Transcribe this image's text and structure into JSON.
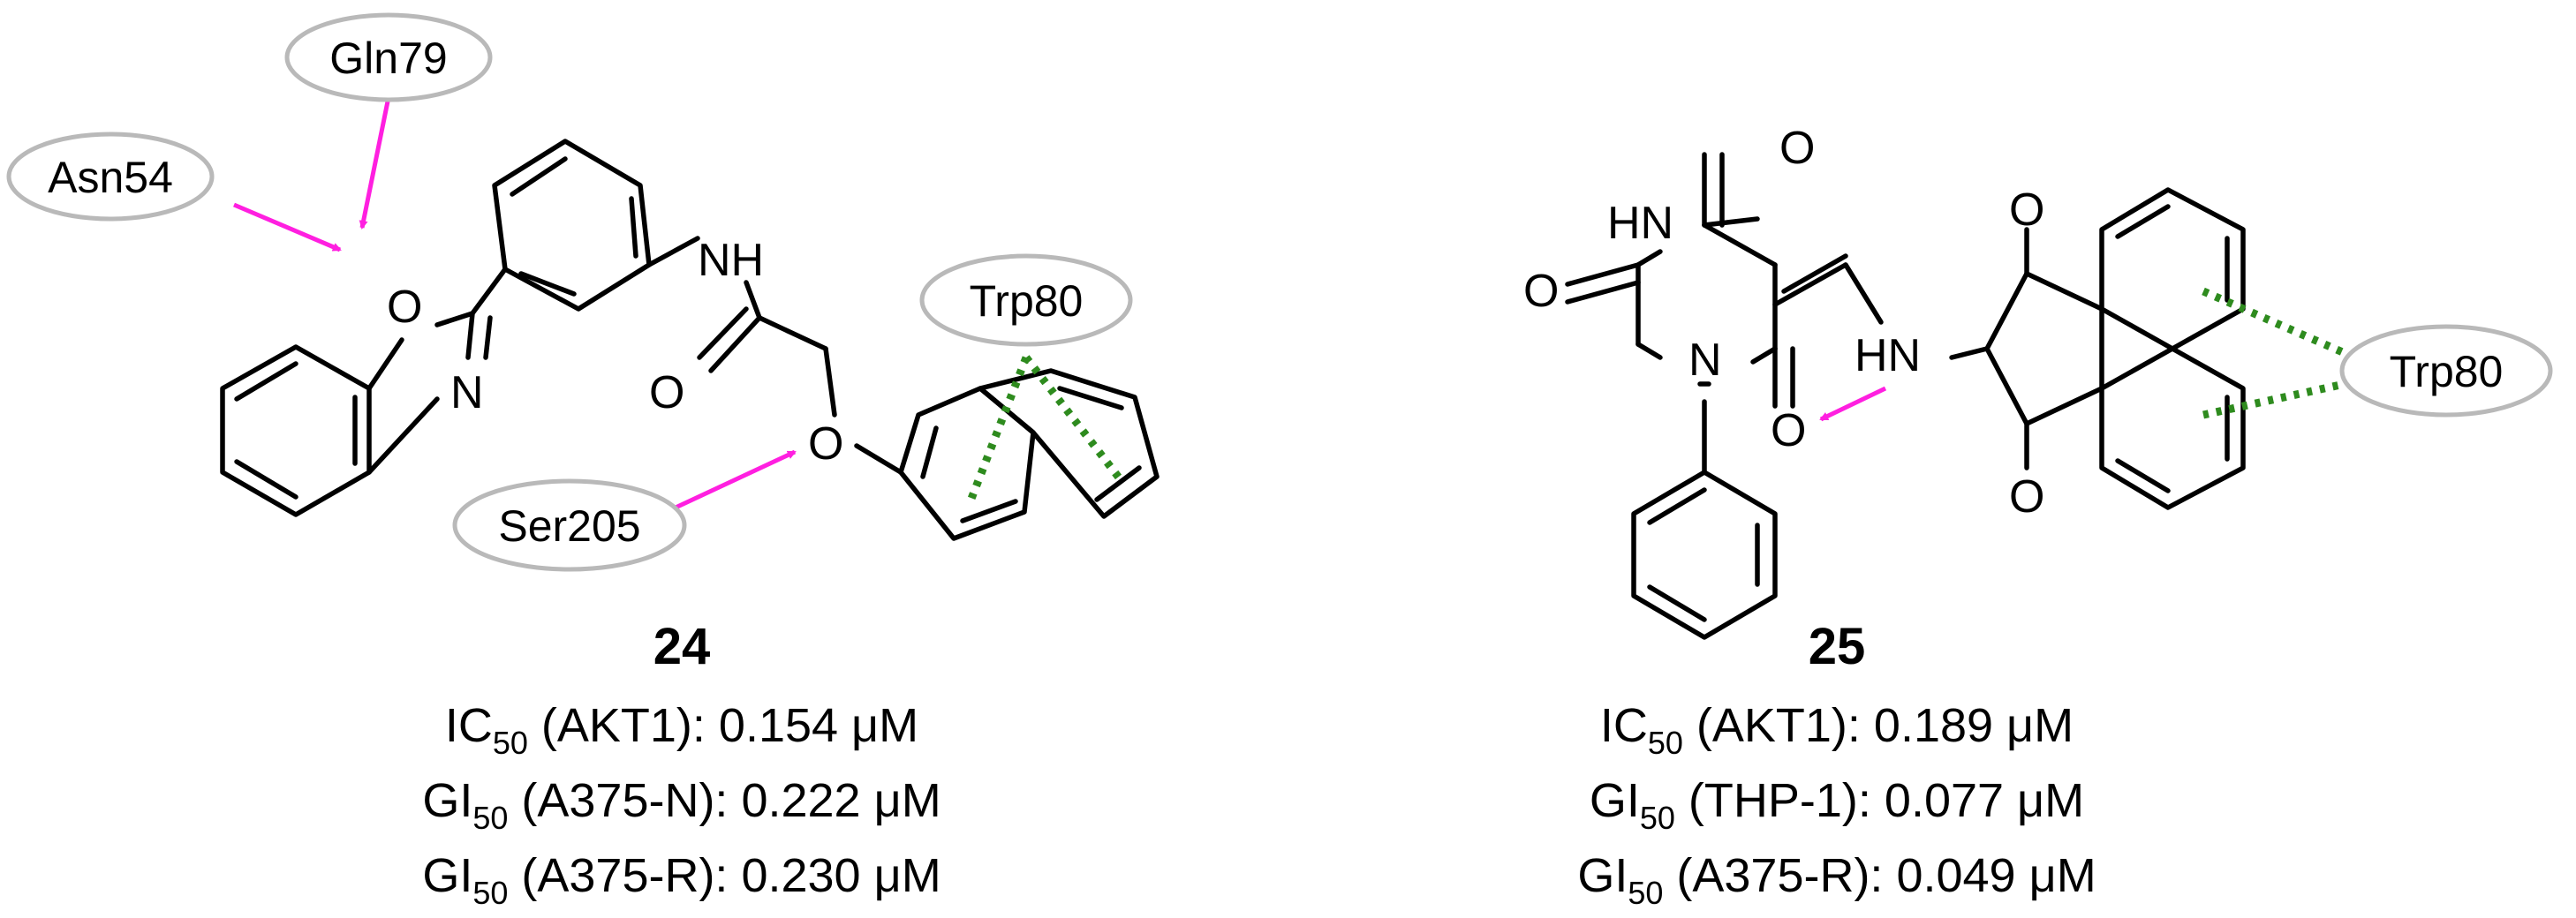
{
  "colors": {
    "interaction_arrow": "#ff1fe0",
    "stacking_dashes": "#2e8b1e",
    "residue_outline": "#b9b9b9"
  },
  "compound_24": {
    "id": "24",
    "atoms": {
      "nh": "NH",
      "o_oxazole": "O",
      "n_oxazole": "N",
      "o_carbonyl": "O",
      "o_ether": "O"
    },
    "residues": [
      "Asn54",
      "Gln79",
      "Trp80",
      "Ser205"
    ],
    "activity": [
      {
        "prefix": "IC",
        "sub": "50",
        "text": " (AKT1): 0.154 μM"
      },
      {
        "prefix": "GI",
        "sub": "50",
        "text": " (A375-N): 0.222 μM"
      },
      {
        "prefix": "GI",
        "sub": "50",
        "text": " (A375-R): 0.230 μM"
      }
    ]
  },
  "compound_25": {
    "id": "25",
    "atoms": {
      "hn_top": "HN",
      "o_top": "O",
      "o_left": "O",
      "n_ring": "N",
      "o_bottom": "O",
      "hn_link": "HN",
      "o_naph_top": "O",
      "o_naph_bottom": "O"
    },
    "residues": [
      "Trp80"
    ],
    "activity": [
      {
        "prefix": "IC",
        "sub": "50",
        "text": " (AKT1): 0.189 μM"
      },
      {
        "prefix": "GI",
        "sub": "50",
        "text": " (THP-1): 0.077 μM"
      },
      {
        "prefix": "GI",
        "sub": "50",
        "text": " (A375-R): 0.049 μM"
      }
    ]
  }
}
